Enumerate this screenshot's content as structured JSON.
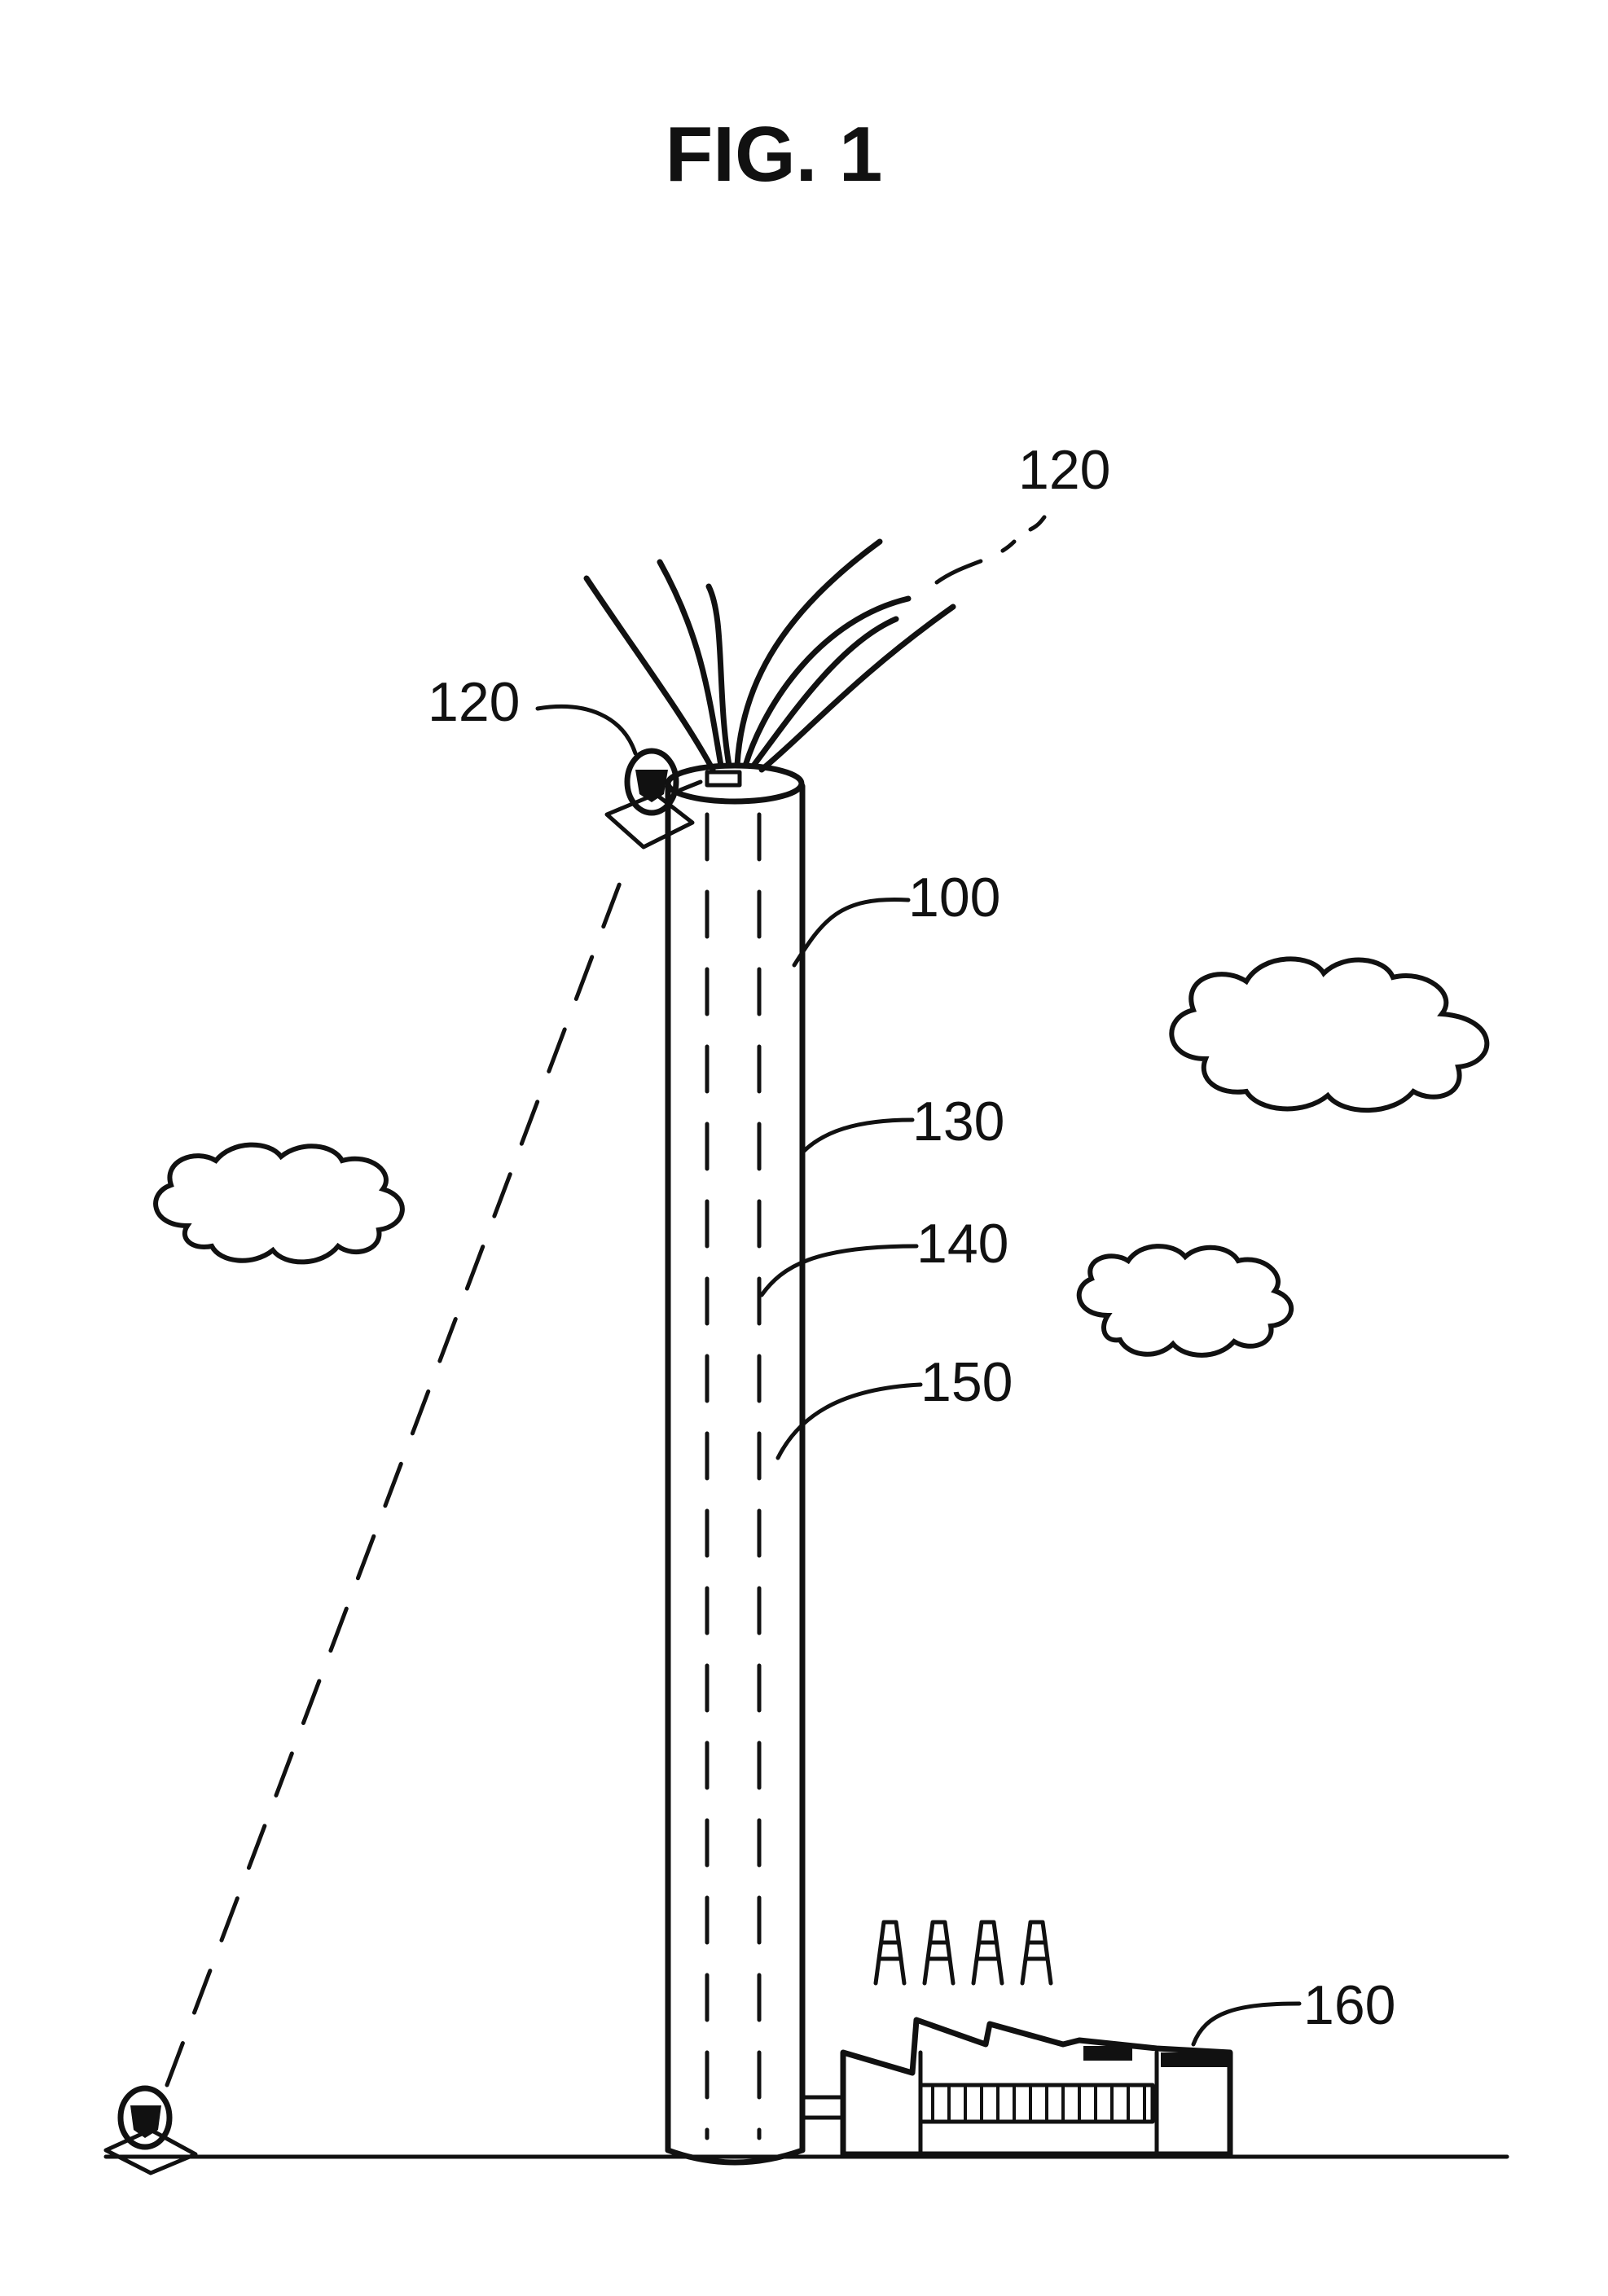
{
  "figure": {
    "title": "FIG. 1",
    "labels": {
      "ref_120_top": "120",
      "ref_120_left": "120",
      "ref_100": "100",
      "ref_130": "130",
      "ref_140": "140",
      "ref_150": "150",
      "ref_160": "160"
    },
    "icons": {
      "tower": "tower-icon",
      "heliostat_top": "heliostat-icon",
      "heliostat_ground": "heliostat-icon",
      "factory": "factory-icon",
      "cloud": "cloud-icon",
      "tendrils": "wire-bundle-icon"
    }
  }
}
